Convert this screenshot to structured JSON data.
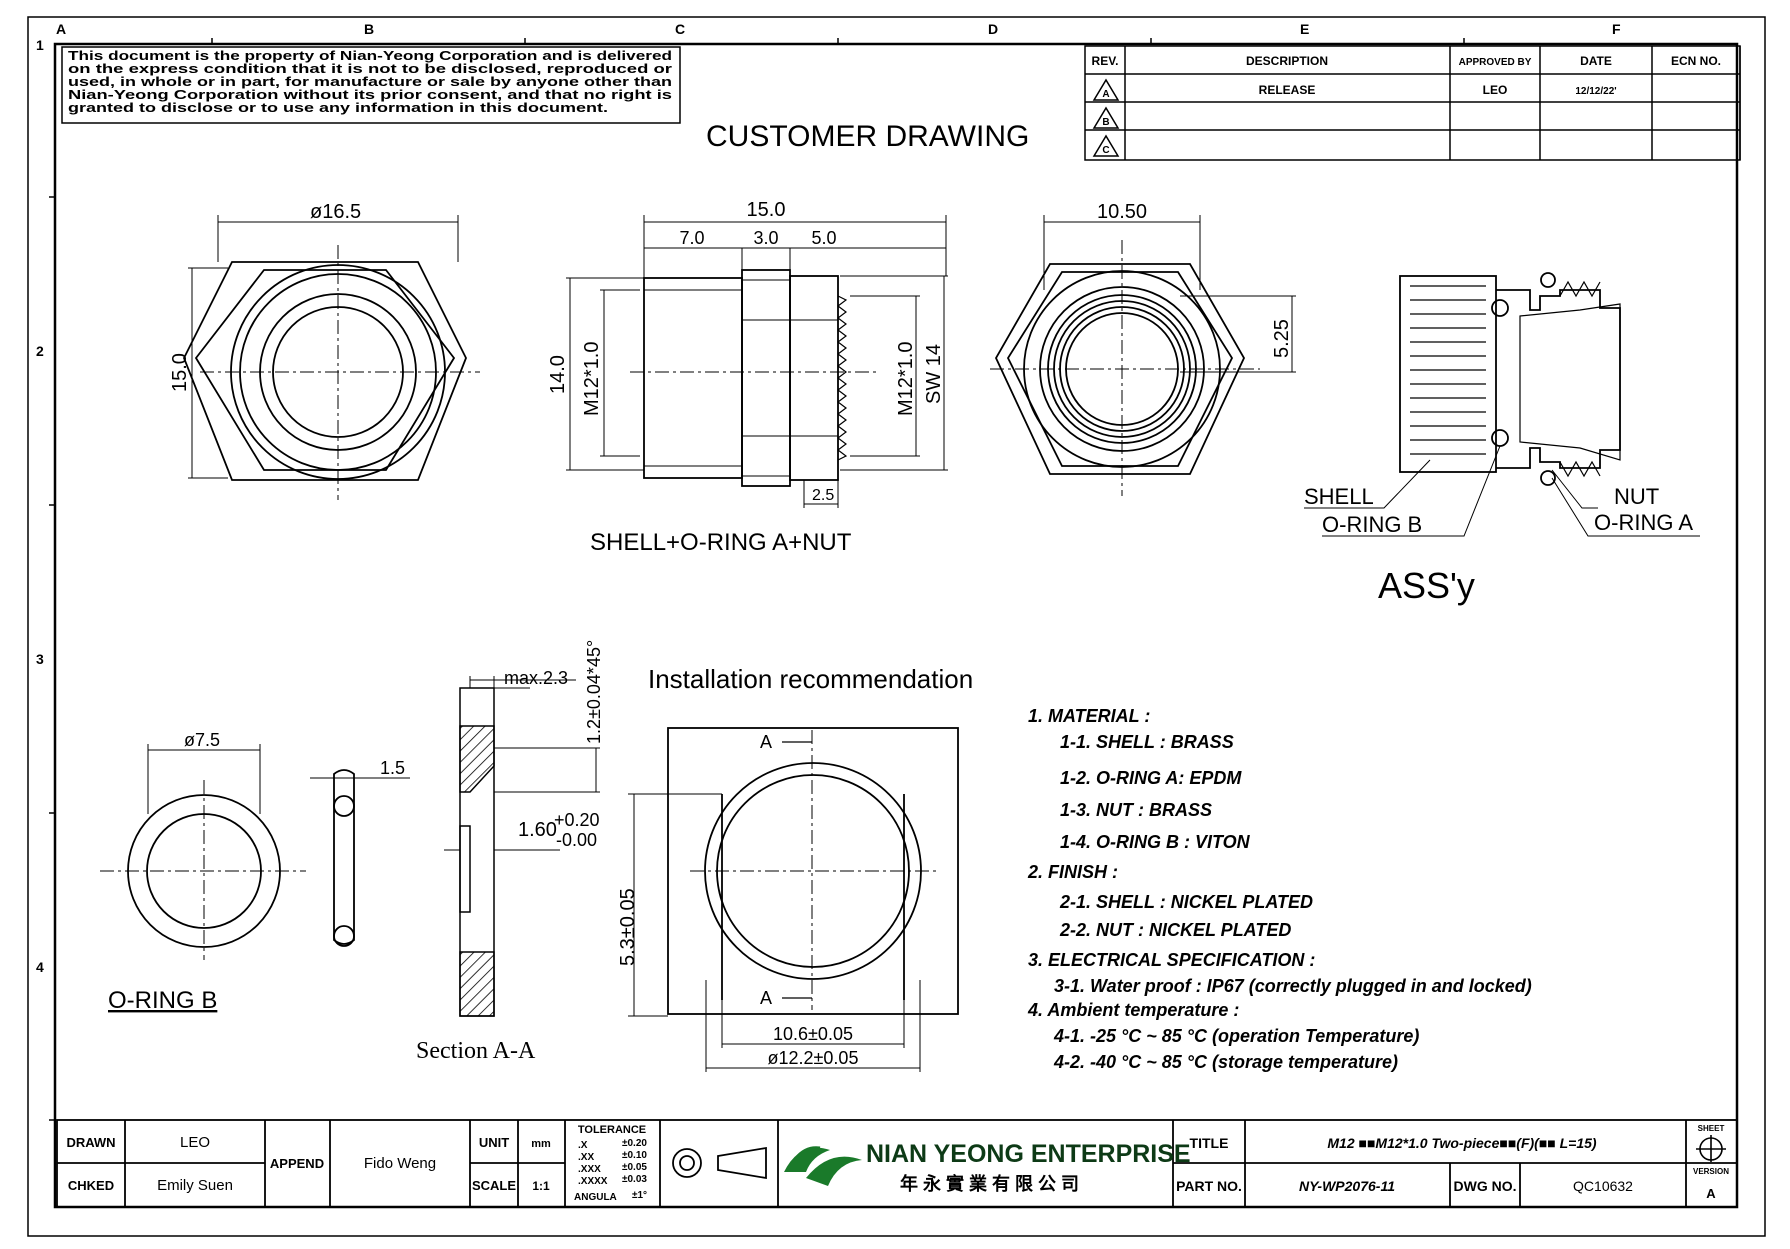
{
  "zones_top": [
    "A",
    "B",
    "C",
    "D",
    "E",
    "F"
  ],
  "zones_left": [
    "1",
    "2",
    "3",
    "4"
  ],
  "notice": [
    "This document is the property of Nian-Yeong Corporation and is delivered",
    "on the express condition that it is not to be disclosed, reproduced or",
    "used, in whole or in part, for manufacture or sale by anyone other than",
    "Nian-Yeong Corporation without its prior consent, and that no right is",
    "granted to disclose or to use any information in this document."
  ],
  "drawing_title": "CUSTOMER DRAWING",
  "revision_table": {
    "headers": [
      "REV.",
      "DESCRIPTION",
      "APPROVED BY",
      "DATE",
      "ECN NO."
    ],
    "rows": [
      {
        "rev": "A",
        "description": "RELEASE",
        "approved_by": "LEO",
        "date": "12/12/22'",
        "ecn": ""
      },
      {
        "rev": "B",
        "description": "",
        "approved_by": "",
        "date": "",
        "ecn": ""
      },
      {
        "rev": "C",
        "description": "",
        "approved_by": "",
        "date": "",
        "ecn": ""
      }
    ]
  },
  "views": {
    "front": {
      "dia": "ø16.5",
      "height": "15.0"
    },
    "side": {
      "total": "15.0",
      "seg1": "7.0",
      "seg2": "3.0",
      "seg3": "5.0",
      "height": "14.0",
      "thread_left": "M12*1.0",
      "thread_right": "M12*1.0",
      "sw": "SW 14",
      "bottom": "2.5",
      "caption": "SHELL+O-RING A+NUT"
    },
    "rear": {
      "width": "10.50",
      "half": "5.25"
    },
    "assembly": {
      "caption": "ASS'y",
      "shell": "SHELL",
      "oring_b": "O-RING B",
      "nut": "NUT",
      "oring_a": "O-RING A"
    },
    "oring_b": {
      "dia": "ø7.5",
      "thick": "1.5",
      "caption": "O-RING B"
    },
    "section": {
      "caption": "Section A-A",
      "max": "max.2.3",
      "chamfer": "1.2±0.04*45°",
      "wall_nominal": "1.60",
      "wall_plus": "+0.20",
      "wall_minus": "-0.00"
    },
    "install": {
      "title": "Installation recommendation",
      "a_top": "A",
      "a_bottom": "A",
      "height": "5.3±0.05",
      "w1": "10.6±0.05",
      "w2": "ø12.2±0.05"
    }
  },
  "notes": [
    "1. MATERIAL :",
    "1-1. SHELL : BRASS",
    "1-2. O-RING A: EPDM",
    "1-3. NUT : BRASS",
    "1-4. O-RING B : VITON",
    "2. FINISH :",
    "2-1. SHELL : NICKEL PLATED",
    "2-2. NUT : NICKEL PLATED",
    "3. ELECTRICAL SPECIFICATION :",
    "3-1. Water proof : IP67 (correctly plugged in and locked)",
    "4. Ambient temperature :",
    "4-1. -25 °C ~ 85 °C (operation Temperature)",
    "4-2. -40 °C ~ 85 °C (storage temperature)"
  ],
  "title_block": {
    "drawn_label": "DRAWN",
    "drawn": "LEO",
    "checked_label": "CHKED",
    "checked": "Emily Suen",
    "append_label": "APPEND",
    "append": "Fido Weng",
    "unit_label": "UNIT",
    "unit": "mm",
    "scale_label": "SCALE",
    "scale": "1:1",
    "tolerance_title": "TOLERANCE",
    "tolerances": [
      {
        "k": ".X",
        "v": "±0.20"
      },
      {
        "k": ".XX",
        "v": "±0.10"
      },
      {
        "k": ".XXX",
        "v": "±0.05"
      },
      {
        "k": ".XXXX",
        "v": "±0.03"
      },
      {
        "k": "ANGULA",
        "v": "±1°"
      }
    ],
    "company": "NIAN YEONG ENTERPRISE",
    "company_cn": "年 永 實 業 有 限 公 司",
    "title_label": "TITLE",
    "title": "M12 ■■M12*1.0 Two-piece■■(F)(■■ L=15)",
    "part_label": "PART NO.",
    "part": "NY-WP2076-11",
    "dwg_label": "DWG NO.",
    "dwg": "QC10632",
    "sheet_label": "SHEET",
    "version_label": "VERSION",
    "version": "A"
  }
}
